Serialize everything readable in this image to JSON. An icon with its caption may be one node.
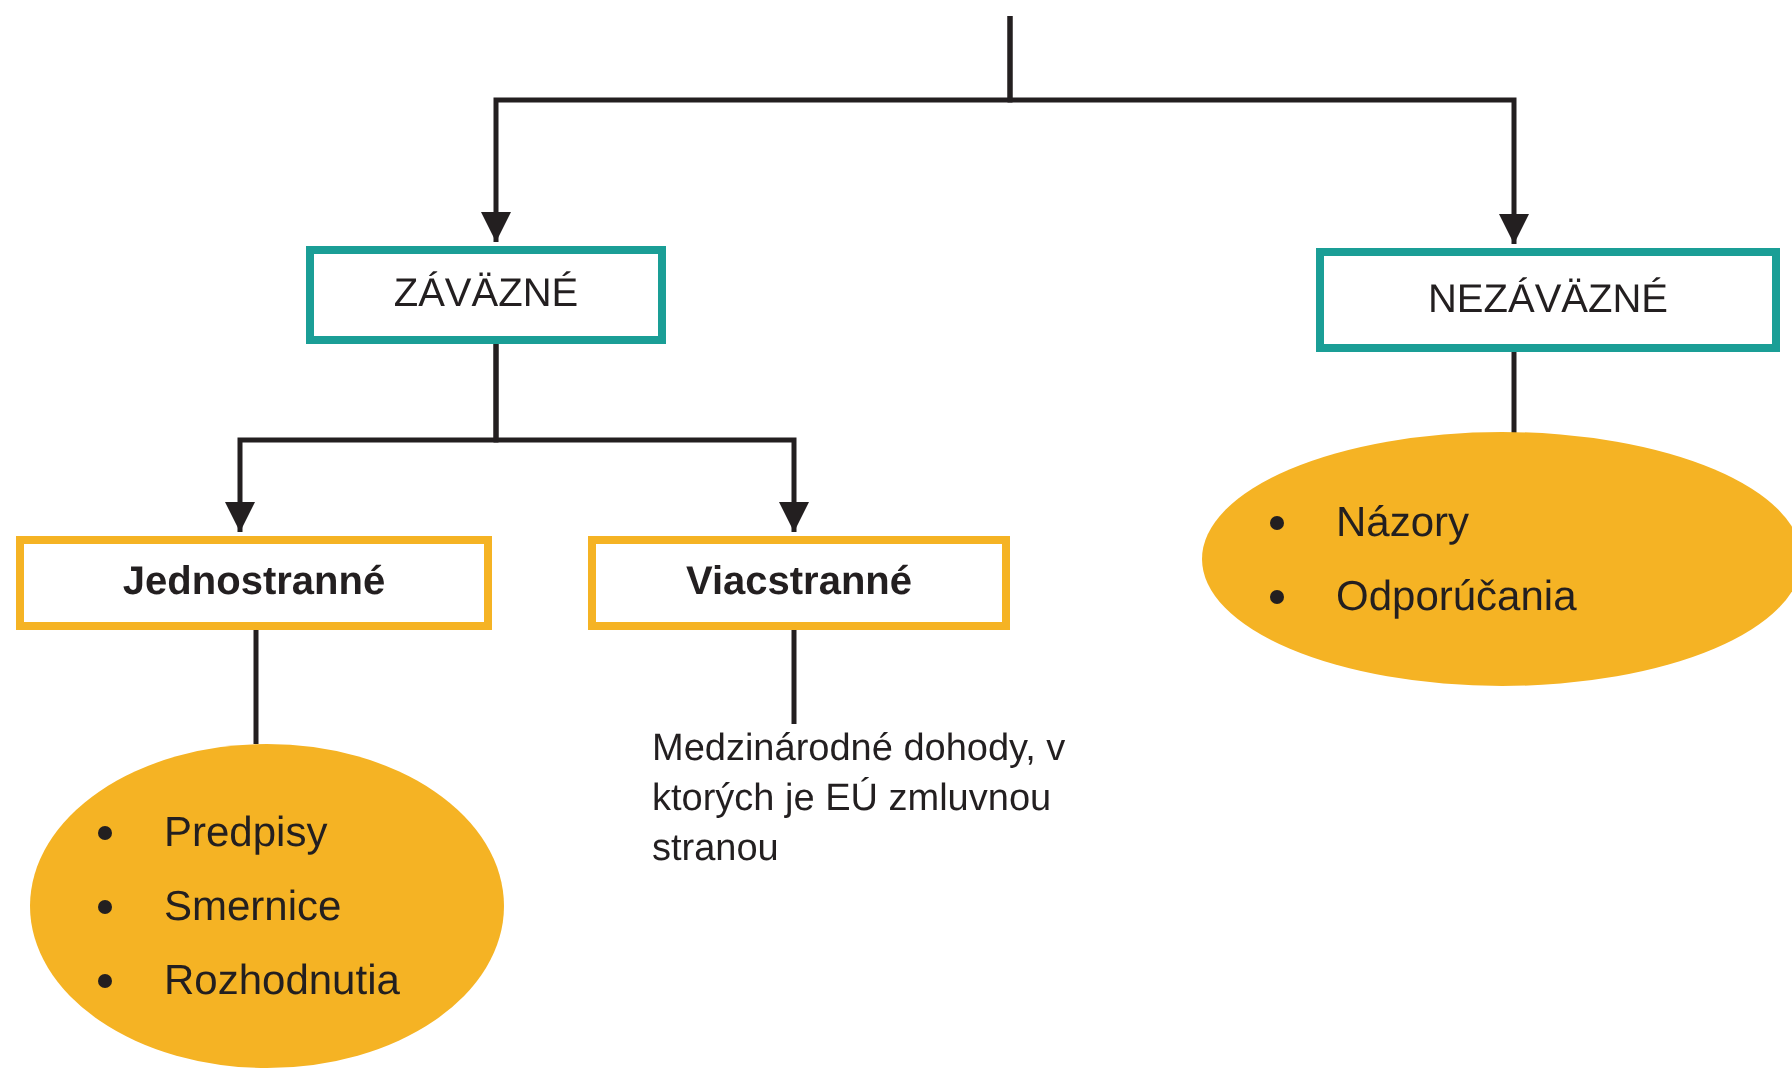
{
  "diagram": {
    "nodes": [
      {
        "text": [
          "ZÁVÄZNÉ"
        ]
      },
      {
        "text": [
          "NEZÁVÄZNÉ"
        ]
      },
      {
        "text": [
          "Jednostranné"
        ]
      },
      {
        "text": [
          "Viacstranné"
        ]
      },
      {
        "text": [
          "Predpisy",
          "Smernice",
          "Rozhodnutia"
        ]
      },
      {
        "text": [
          "Medzinárodné dohody, v ktorých je EÚ zmluvnou stranou"
        ]
      },
      {
        "text": [
          "Názory",
          "Odporúčania"
        ]
      }
    ],
    "edges": [
      {
        "from": null,
        "to": 0,
        "arrow": "to"
      },
      {
        "from": null,
        "to": 1,
        "arrow": "to"
      },
      {
        "from": 0,
        "to": 2,
        "arrow": "to"
      },
      {
        "from": 0,
        "to": 3,
        "arrow": "to"
      },
      {
        "from": 2,
        "to": 4,
        "arrow": "none"
      },
      {
        "from": 3,
        "to": 5,
        "arrow": "none"
      },
      {
        "from": 1,
        "to": 6,
        "arrow": "none"
      }
    ]
  }
}
